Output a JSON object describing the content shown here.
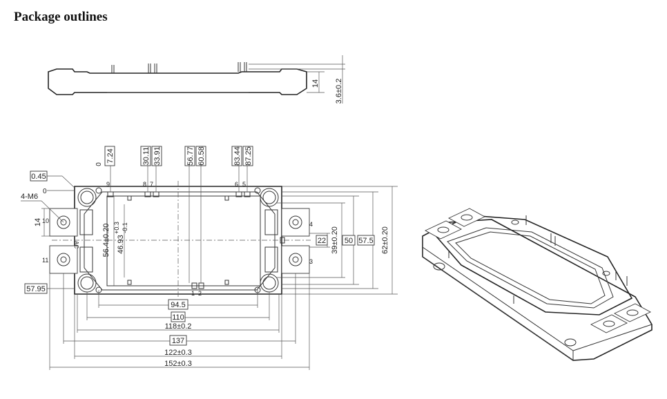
{
  "page": {
    "title": "Package outlines"
  },
  "side_view": {
    "dims": {
      "height": "14",
      "pin_offset": "3.6±0.2"
    }
  },
  "top_view": {
    "callouts": {
      "mount_hole": "4-M6",
      "origin_top": "0",
      "origin_left": "0",
      "corner_offset": "0.45",
      "left_offset": "57.95",
      "terminal_height": "14"
    },
    "top_dims": [
      "7.24",
      "30.11",
      "33.91",
      "56.77",
      "60.58",
      "83.44",
      "87.25"
    ],
    "pin_labels": {
      "p8": "8",
      "p7": "7",
      "p6": "6",
      "p5": "5",
      "p9": "9",
      "p1": "1",
      "p2": "2",
      "p3": "3",
      "p4": "4",
      "p10": "10",
      "p11": "11",
      "ac": "AC"
    },
    "inner_vertical_dims": [
      "56.4±0.20",
      "46.93",
      "+0.3",
      "-0.1"
    ],
    "right_dims": [
      "22",
      "39±0.20",
      "50",
      "57.5",
      "62±0.20"
    ],
    "bottom_dims": [
      "94.5",
      "110",
      "118±0.2",
      "137",
      "122±0.3",
      "152±0.3"
    ]
  }
}
